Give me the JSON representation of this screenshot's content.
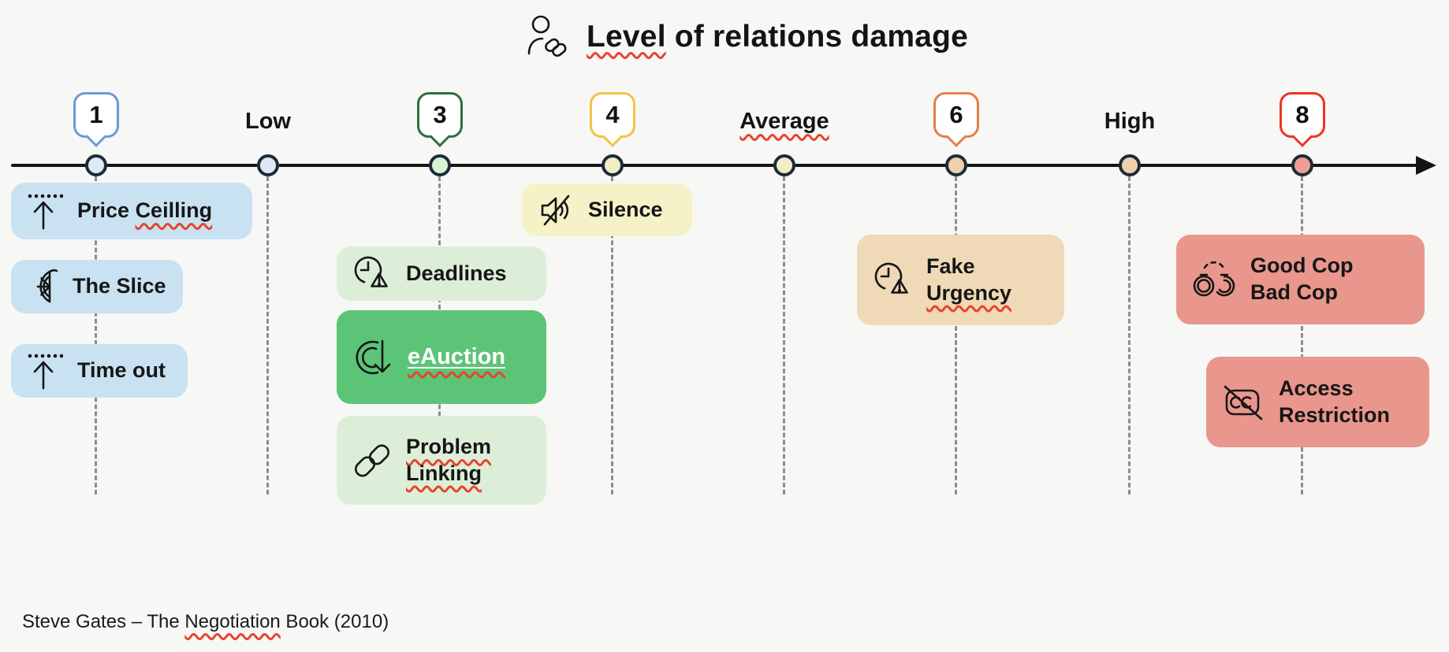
{
  "title": {
    "word": "Level",
    "rest": " of relations damage",
    "icon": "person-link-icon"
  },
  "axis": {
    "name": "Level of relations damage scale",
    "points": [
      {
        "kind": "badge",
        "label": "1"
      },
      {
        "kind": "text",
        "label": "Low"
      },
      {
        "kind": "badge",
        "label": "3"
      },
      {
        "kind": "badge",
        "label": "4"
      },
      {
        "kind": "text",
        "label": "Average"
      },
      {
        "kind": "badge",
        "label": "6"
      },
      {
        "kind": "text",
        "label": "High"
      },
      {
        "kind": "badge",
        "label": "8"
      }
    ]
  },
  "cards": {
    "price_ceiling": {
      "pre": "Price ",
      "sq": "Ceilling",
      "icon": "ceiling-arrow-icon"
    },
    "the_slice": {
      "text": "The Slice",
      "icon": "slice-icon"
    },
    "time_out": {
      "text": "Time out",
      "icon": "ceiling-arrow-icon"
    },
    "deadlines": {
      "text": "Deadlines",
      "icon": "deadline-clock-icon"
    },
    "eauction": {
      "sq": "eAuction",
      "icon": "eauction-arrow-icon"
    },
    "problem_linking": {
      "sq1": "Problem",
      "sq2": "Linking",
      "icon": "chain-link-icon"
    },
    "silence": {
      "text": "Silence",
      "icon": "muted-speaker-icon"
    },
    "fake_urgency": {
      "line1": "Fake",
      "sq2": "Urgency",
      "icon": "deadline-clock-icon"
    },
    "good_cop_bad_cop": {
      "line1": "Good Cop",
      "line2": "Bad Cop",
      "icon": "handcuffs-icon"
    },
    "access_restriction": {
      "line1": "Access",
      "line2": "Restriction",
      "icon": "cc-blocked-icon"
    }
  },
  "attribution": {
    "pre": "Steve Gates – The ",
    "sq": "Negotiation",
    "post": " Book (2010)"
  },
  "colors": {
    "background": "#f7f7f6",
    "axis": "#141414",
    "dash_line": "#8d8d8d",
    "dot_border": "#1e2b38",
    "squiggle": "#e8432e",
    "badge_blue": "#6c99da",
    "badge_green": "#2e6e3d",
    "badge_yellow": "#f2c445",
    "badge_orange": "#e2804a",
    "badge_red": "#ee3224",
    "dot_blue": "#dde9f5",
    "dot_green": "#d9f2d6",
    "dot_yellow": "#f1eec6",
    "dot_tan": "#eed1a9",
    "dot_salmon": "#f09d96",
    "card_blue": "#c9e2f2",
    "card_green_light": "#ddeed8",
    "card_green": "#5cc477",
    "card_yellow": "#f5f2c8",
    "card_tan": "#f0d9b6",
    "card_salmon": "#e9968d"
  }
}
